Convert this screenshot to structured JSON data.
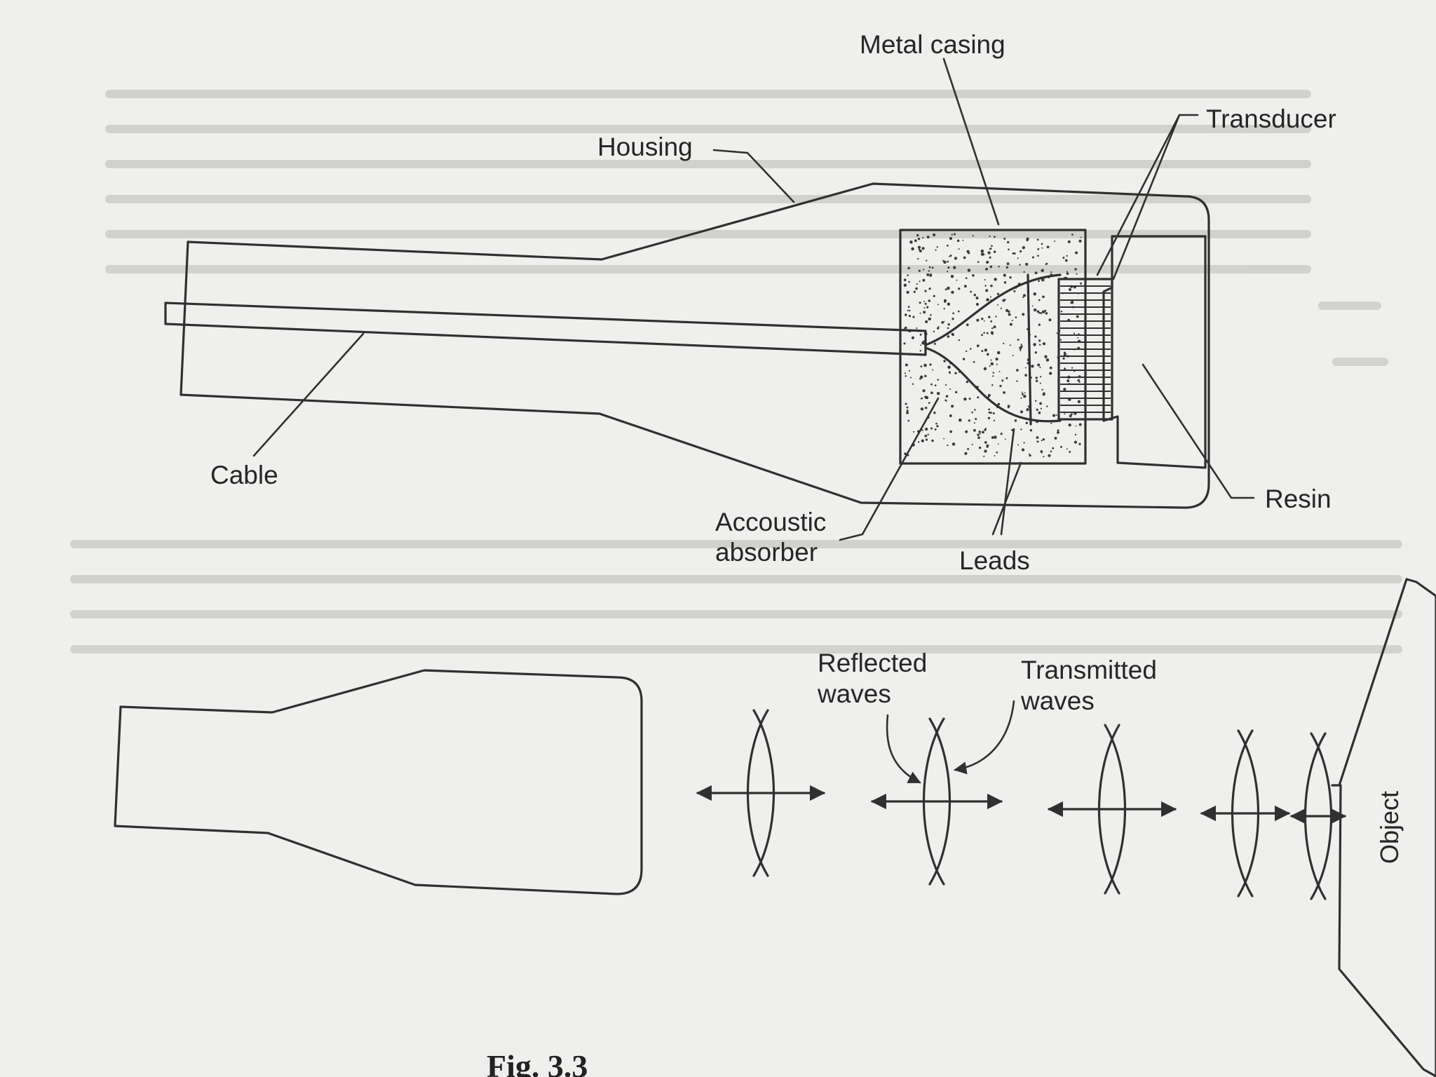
{
  "labels": {
    "metal_casing": "Metal casing",
    "transducer": "Transducer",
    "housing": "Housing",
    "cable": "Cable",
    "acoustic_absorber_line1": "Accoustic",
    "acoustic_absorber_line2": "absorber",
    "leads": "Leads",
    "resin": "Resin",
    "reflected_waves_line1": "Reflected",
    "reflected_waves_line2": "waves",
    "transmitted_waves_line1": "Transmitted",
    "transmitted_waves_line2": "waves",
    "object": "Object"
  },
  "caption": "Fig. 3.3",
  "colors": {
    "background": "#efefed",
    "ink": "#303030"
  }
}
